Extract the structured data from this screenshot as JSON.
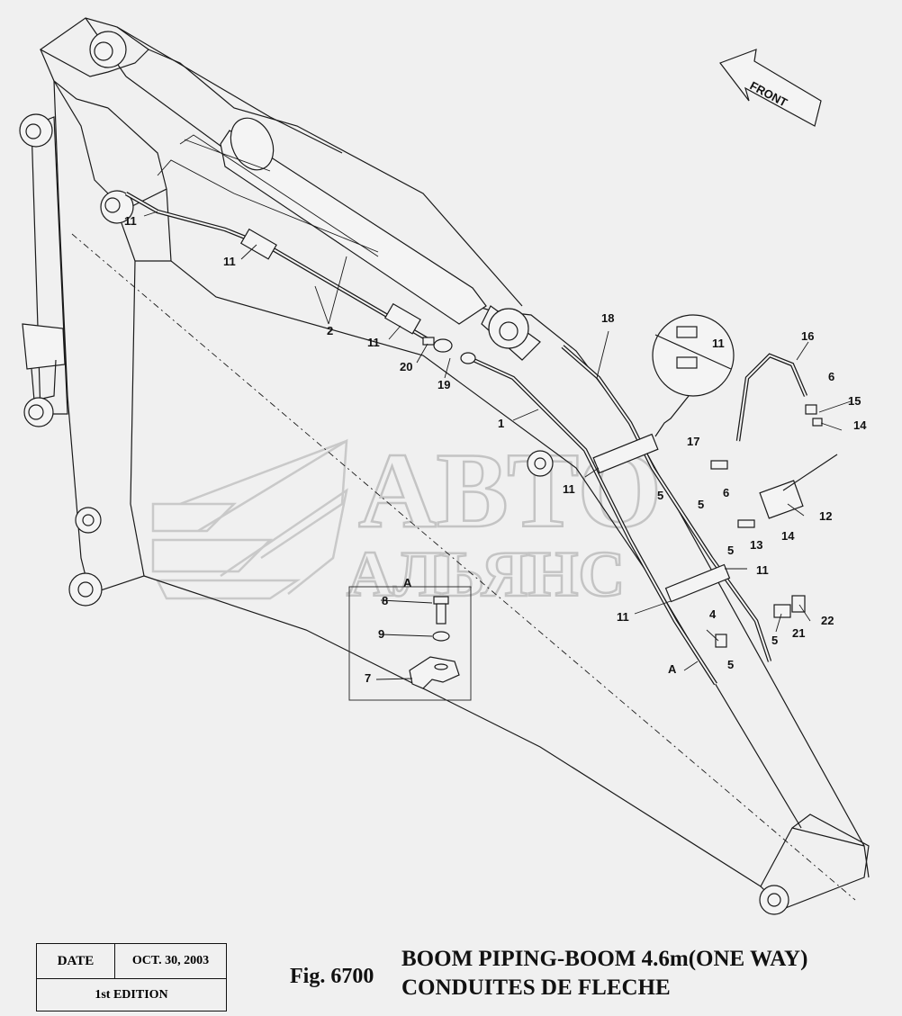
{
  "front_arrow": {
    "label": "FRONT"
  },
  "callouts": {
    "c1": "1",
    "c2": "2",
    "c4": "4",
    "c5a": "5",
    "c5b": "5",
    "c5c": "5",
    "c5d": "5",
    "c5e": "5",
    "c6a": "6",
    "c6b": "6",
    "c7": "7",
    "c8": "8",
    "c9": "9",
    "c11a": "11",
    "c11b": "11",
    "c11c": "11",
    "c11d": "11",
    "c11e": "11",
    "c11f": "11",
    "c11g": "11",
    "c12": "12",
    "c13": "13",
    "c14a": "14",
    "c14b": "14",
    "c15": "15",
    "c16": "16",
    "c17": "17",
    "c18": "18",
    "c19": "19",
    "c20": "20",
    "c21": "21",
    "c22": "22"
  },
  "detail_a": {
    "label": "A",
    "boom_label": "A"
  },
  "watermark": {
    "line1": "АВТО",
    "line2": "АЛЬЯНС"
  },
  "date_box": {
    "date_label": "DATE",
    "date_value": "OCT. 30, 2003",
    "edition": "1st EDITION"
  },
  "figure": {
    "number": "Fig. 6700",
    "title_line1": "BOOM PIPING-BOOM 4.6m(ONE WAY)",
    "title_line2": "CONDUITES DE FLECHE"
  }
}
